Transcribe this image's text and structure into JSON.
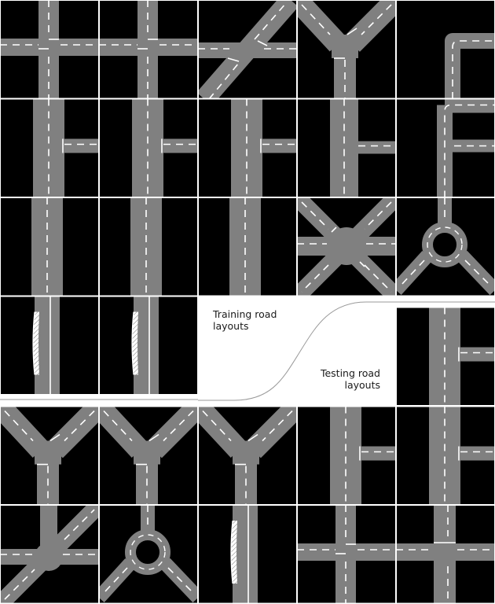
{
  "captions": {
    "training": [
      "Training road",
      "layouts"
    ],
    "testing": [
      "Testing road",
      "layouts"
    ]
  },
  "colors": {
    "background": "#000000",
    "road": "#808080",
    "lane_marking": "#ffffff",
    "divider": "#ffffff",
    "boundary_curve": "#9a9a9a"
  },
  "sets": {
    "training": [
      "crossroad",
      "crossroad",
      "diagonal-junction",
      "y-junction",
      "corner",
      "t-junction-right",
      "t-junction-right",
      "t-junction-right",
      "t-junction-right-small",
      "corner-t-junction",
      "straight",
      "straight",
      "straight",
      "x-crossroad",
      "roundabout",
      "straight-lane-merge",
      "straight-lane-merge"
    ],
    "testing": [
      "t-junction-right",
      "y-junction",
      "y-junction",
      "y-junction",
      "t-junction-right",
      "t-junction-right",
      "x-junction",
      "roundabout",
      "straight-lane-merge",
      "crossroad",
      "offset-junction"
    ]
  }
}
